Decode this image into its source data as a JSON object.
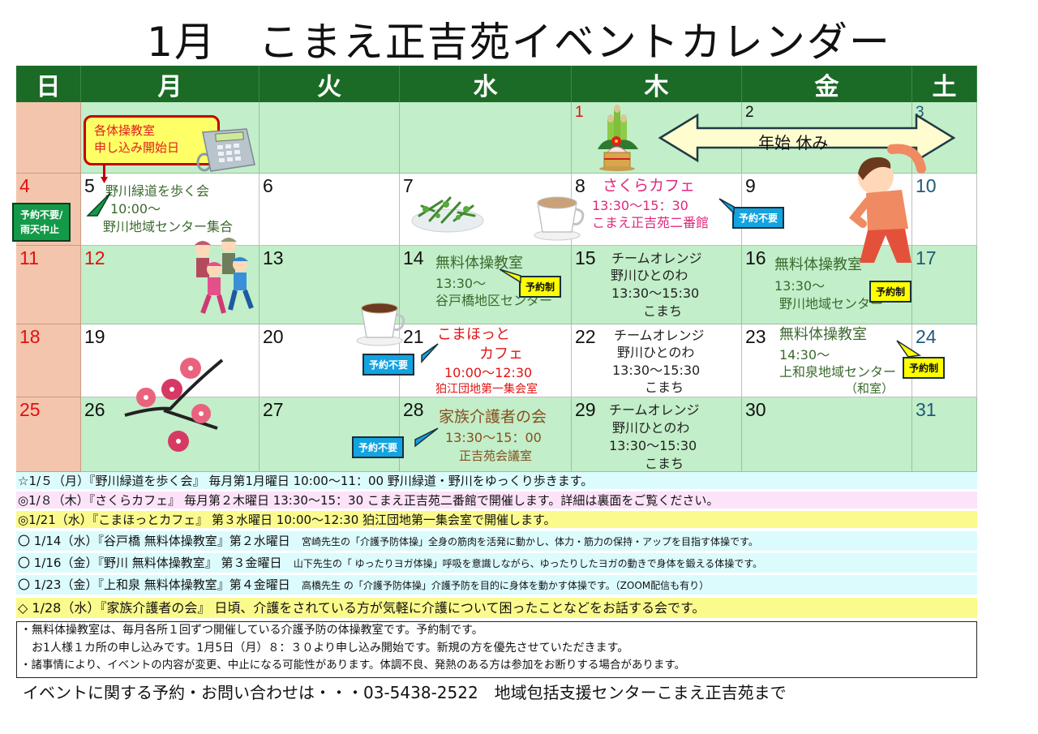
{
  "title": "1月　こまえ正吉苑イベントカレンダー",
  "weekdays": [
    "日",
    "月",
    "火",
    "水",
    "木",
    "金",
    "土"
  ],
  "colors": {
    "header_green": "#1b6b27",
    "cell_green": "#c2eec9",
    "sunday": "#f3c5ad",
    "saturday_number": "#1f5a7a",
    "holiday_number": "#e01010",
    "note_cyan": "#dcfbfd",
    "note_pink": "#fde3f9",
    "note_yellow": "#fbfa8c"
  },
  "days": {
    "d1": "1",
    "d2": "2",
    "d3": "3",
    "d4": "4",
    "d5": "5",
    "d6": "6",
    "d7": "7",
    "d8": "8",
    "d9": "9",
    "d10": "10",
    "d11": "11",
    "d12": "12",
    "d13": "13",
    "d14": "14",
    "d15": "15",
    "d16": "16",
    "d17": "17",
    "d18": "18",
    "d19": "19",
    "d20": "20",
    "d21": "21",
    "d22": "22",
    "d23": "23",
    "d24": "24",
    "d25": "25",
    "d26": "26",
    "d27": "27",
    "d28": "28",
    "d29": "29",
    "d30": "30",
    "d31": "31"
  },
  "callout_signup": {
    "line1": "各体操教室",
    "line2": "申し込み開始日"
  },
  "new_year_holiday": "年始 休み",
  "events": {
    "d5": {
      "title": "野川緑道を歩く会",
      "time": "10:00～",
      "place": "野川地域センター集合",
      "tag": [
        "予約不要/",
        "雨天中止"
      ]
    },
    "d8": {
      "title": "さくらカフェ",
      "time": "13:30～15：30",
      "place": "こまえ正吉苑二番館",
      "tag": "予約不要"
    },
    "d14": {
      "title": "無料体操教室",
      "time": "13:30～",
      "place": "谷戸橋地区センター",
      "tag": "予約制"
    },
    "d15": {
      "title": "チームオレンジ",
      "sub": "野川ひとのわ",
      "time": "13:30～15:30",
      "place": "こまち"
    },
    "d16": {
      "title": "無料体操教室",
      "time": "13:30～",
      "place": "野川地域センター",
      "tag": "予約制"
    },
    "d21": {
      "title1": "こまほっと",
      "title2": "カフェ",
      "time": "10:00～12:30",
      "place": "狛江団地第一集会室",
      "tag": "予約不要"
    },
    "d22": {
      "title": "チームオレンジ",
      "sub": "野川ひとのわ",
      "time": "13:30～15:30",
      "place": "こまち"
    },
    "d23": {
      "title": "無料体操教室",
      "time": "14:30～",
      "place": "上和泉地域センター",
      "place2": "（和室）",
      "tag": "予約制"
    },
    "d28": {
      "title": "家族介護者の会",
      "time": "13:30～15：00",
      "place": "正吉苑会議室",
      "tag": "予約不要"
    },
    "d29": {
      "title": "チームオレンジ",
      "sub": "野川ひとのわ",
      "time": "13:30～15:30",
      "place": "こまち"
    }
  },
  "notes": [
    {
      "text": "☆1/５（月）『野川緑道を歩く会』 毎月第1月曜日 10:00～11：00 野川緑道・野川をゆっくり歩きます。"
    },
    {
      "text": "◎1/８（木）『さくらカフェ』 毎月第２木曜日 13:30～15：30 こまえ正吉苑二番館で開催します。詳細は裏面をご覧ください。"
    },
    {
      "text": "◎1/21（水）『こまほっとカフェ』 第３水曜日 10:00～12:30 狛江団地第一集会室で開催します。"
    },
    {
      "head": "〇 1/14（水）『谷戸橋 無料体操教室』第２水曜日",
      "detail": "宮崎先生の「介護予防体操」全身の筋肉を活発に動かし、体力・筋力の保持・アップを目指す体操です。"
    },
    {
      "head": "〇 1/16（金）『野川 無料体操教室』 第３金曜日",
      "detail": "山下先生の「 ゆったりヨガ体操」呼吸を意識しながら、ゆったりしたヨガの動きで身体を鍛える体操です。"
    },
    {
      "head": "〇 1/23（金）『上和泉 無料体操教室』第４金曜日",
      "detail": "高橋先生 の「介護予防体操」介護予防を目的に身体を動かす体操です。（ZOOM配信も有り）"
    },
    {
      "text": "◇ 1/28（水）『家族介護者の会』 日頃、介護をされている方が気軽に介護について困ったことなどをお話する会です。"
    }
  ],
  "info": [
    "・無料体操教室は、毎月各所１回ずつ開催している介護予防の体操教室です。予約制です。",
    "　お1人様１カ所の申し込みです。1月5日（月）８：３０より申し込み開始です。新規の方を優先させていただきます。",
    "・諸事情により、イベントの内容が変更、中止になる可能性があります。体調不良、発熱のある方は参加をお断りする場合があります。"
  ],
  "footer": "イベントに関する予約・お問い合わせは・・・03-5438-2522　地域包括支援センターこまえ正吉苑まで"
}
